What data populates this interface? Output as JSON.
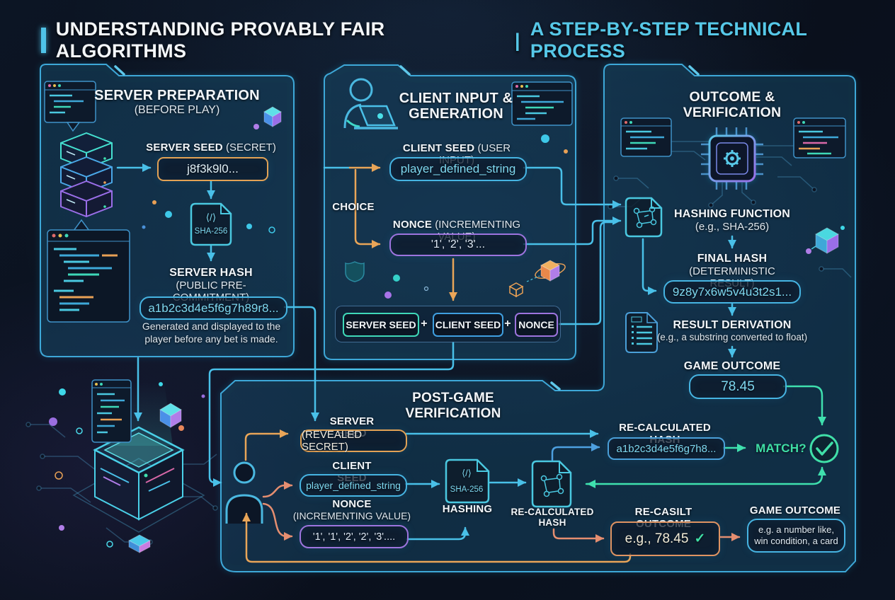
{
  "title": {
    "main": "UNDERSTANDING PROVABLY FAIR ALGORITHMS",
    "separator": "|",
    "accent": "A STEP-BY-STEP TECHNICAL PROCESS"
  },
  "glyphs": {
    "code_file": "⟨/⟩",
    "check": "✓",
    "plus": "+"
  },
  "colors": {
    "accent_cyan": "#4fc3e8",
    "orange": "#e9a558",
    "purple": "#9f75e0",
    "teal_green": "#3fe0ae",
    "salmon": "#e58e70",
    "box_text_cyan": "#7ed8f0"
  },
  "server_panel": {
    "title": "SERVER PREPARATION",
    "subtitle": "(BEFORE PLAY)",
    "seed_label": "SERVER SEED",
    "seed_label_note": "(SECRET)",
    "seed_value": "j8f3k9l0...",
    "sha_label": "SHA-256",
    "hash_label": "SERVER HASH",
    "hash_note": "(PUBLIC PRE-COMMITMENT)",
    "hash_value": "a1b2c3d4e5f6g7h89r8...",
    "caption_1": "Generated and displayed to the",
    "caption_2": "player before any bet is made."
  },
  "client_panel": {
    "title_1": "CLIENT INPUT &",
    "title_2": "GENERATION",
    "seed_label": "CLIENT SEED",
    "seed_note": "(USER INPUT)",
    "seed_value": "player_defined_string",
    "choice_label": "CHOICE",
    "nonce_label": "NONCE",
    "nonce_note": "(INCREMENTING VALUE)",
    "nonce_value": "'1', '2', '3'...",
    "combine": {
      "server_seed": "SERVER SEED",
      "client_seed": "CLIENT SEED",
      "nonce": "NONCE"
    }
  },
  "outcome_panel": {
    "title": "OUTCOME & VERIFICATION",
    "hashing_label": "HASHING FUNCTION",
    "hashing_note": "(e.g., SHA-256)",
    "final_hash_label": "FINAL HASH",
    "final_hash_note": "(DETERMINISTIC RESULT)",
    "final_hash_value": "9z8y7x6w5v4u3t2s1...",
    "derivation_label": "RESULT DERIVATION",
    "derivation_note": "(e.g., a substring converted to float)",
    "outcome_label": "GAME OUTCOME",
    "outcome_value": "78.45"
  },
  "post_game_panel": {
    "title": "POST-GAME VERIFICATION",
    "server_seed_label": "SERVER SEED",
    "server_seed_value": "(REVEALED SECRET)",
    "client_seed_label": "CLIENT SEED",
    "client_seed_value": "player_defined_string",
    "nonce_label": "NONCE",
    "nonce_note": "(INCREMENTING VALUE)",
    "nonce_value": "'1', '1', '2', '2', '3'....",
    "sha_label": "SHA-256",
    "hashing_caption": "HASHING",
    "recalc_file_caption_1": "RE-CALCULATED",
    "recalc_file_caption_2": "HASH",
    "recalc_hash_label": "RE-CALCULATED HASH",
    "recalc_hash_value": "a1b2c3d4e5f6g7h8...",
    "match_label": "MATCH?",
    "recalc_outcome_label": "RE-CASILT OUTCOME",
    "recalc_outcome_value": "e.g., 78.45",
    "game_outcome_label": "GAME OUTCOME",
    "game_outcome_value_1": "e.g. a number like,",
    "game_outcome_value_2": "win condition, a card"
  }
}
